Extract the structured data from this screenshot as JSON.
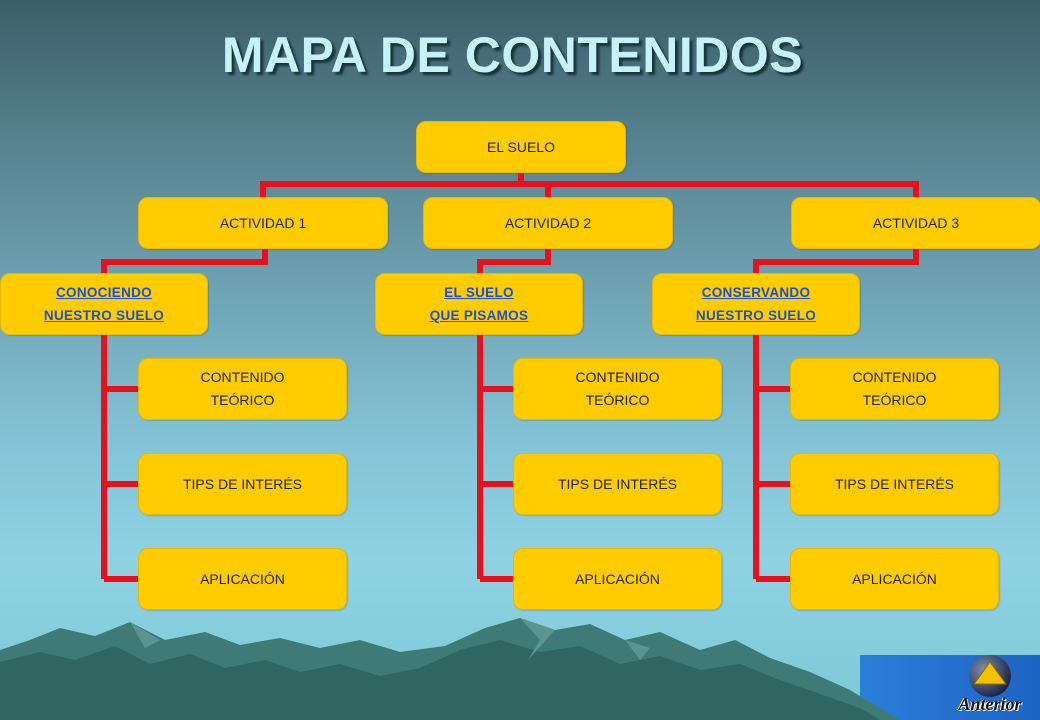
{
  "title": "MAPA DE CONTENIDOS",
  "root": {
    "label": "EL SUELO"
  },
  "activities": [
    {
      "label": "ACTIVIDAD 1",
      "link": "CONOCIENDO\nNUESTRO SUELO",
      "items": [
        "CONTENIDO\n TEÓRICO",
        "TIPS DE INTERÉS",
        "APLICACIÓN"
      ]
    },
    {
      "label": "ACTIVIDAD 2",
      "link": "EL  SUELO\nQUE PISAMOS",
      "items": [
        "CONTENIDO\n TEÓRICO",
        "TIPS DE INTERÉS",
        "APLICACIÓN"
      ]
    },
    {
      "label": "ACTIVIDAD 3",
      "link": "CONSERVANDO \nNUESTRO SUELO",
      "items": [
        "CONTENIDO\n TEÓRICO",
        "TIPS DE INTERÉS",
        "APLICACIÓN"
      ]
    }
  ],
  "nav": {
    "back_label": "Anterior"
  },
  "colors": {
    "box": "#ffcc00",
    "connector": "#e8101a",
    "link": "#1a4fd6",
    "title": "#c6f3f7"
  }
}
